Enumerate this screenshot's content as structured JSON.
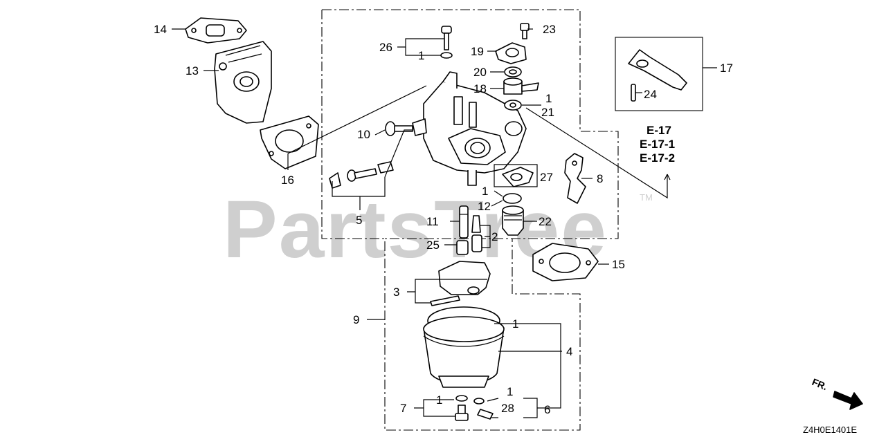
{
  "watermark": {
    "text": "PartsTree",
    "trademark": "TM"
  },
  "diagram_code": "Z4H0E1401E",
  "front_indicator": "FR.",
  "reference_codes": [
    "E-17",
    "E-17-1",
    "E-17-2"
  ],
  "callouts": {
    "c1a": "1",
    "c1b": "1",
    "c1c": "1",
    "c1d": "1",
    "c1e": "1",
    "c1f": "1",
    "c2": "2",
    "c3": "3",
    "c4": "4",
    "c5": "5",
    "c6": "6",
    "c7": "7",
    "c8": "8",
    "c9": "9",
    "c10": "10",
    "c11": "11",
    "c12": "12",
    "c13": "13",
    "c14": "14",
    "c15": "15",
    "c16": "16",
    "c17": "17",
    "c18": "18",
    "c19": "19",
    "c20": "20",
    "c21": "21",
    "c22": "22",
    "c23": "23",
    "c24": "24",
    "c25": "25",
    "c26": "26",
    "c27": "27",
    "c28": "28"
  },
  "colors": {
    "ink": "#000000",
    "watermark": "#cfcfcf",
    "background": "#ffffff"
  }
}
